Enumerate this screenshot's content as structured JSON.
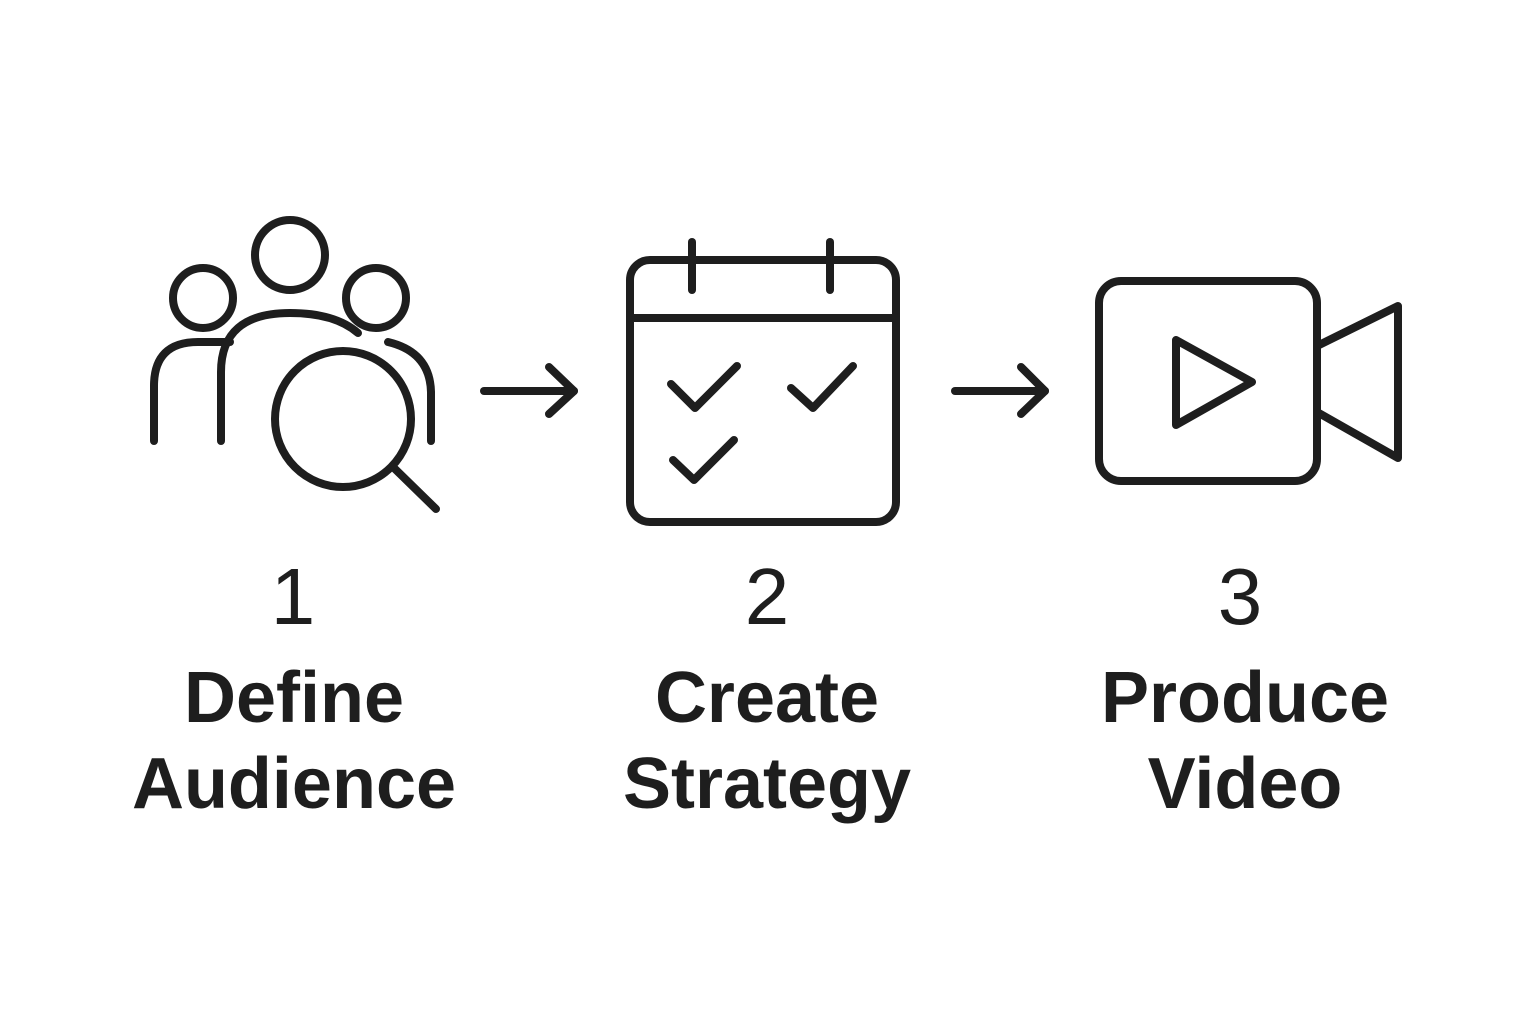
{
  "colors": {
    "ink": "#1e1e1e",
    "background": "#ffffff"
  },
  "steps": [
    {
      "number": "1",
      "label_line1": "Define",
      "label_line2": "Audience",
      "icon": "audience-search-icon"
    },
    {
      "number": "2",
      "label_line1": "Create",
      "label_line2": "Strategy",
      "icon": "calendar-checklist-icon"
    },
    {
      "number": "3",
      "label_line1": "Produce",
      "label_line2": "Video",
      "icon": "video-camera-icon"
    }
  ],
  "connectors": [
    {
      "icon": "arrow-right-icon"
    },
    {
      "icon": "arrow-right-icon"
    }
  ]
}
